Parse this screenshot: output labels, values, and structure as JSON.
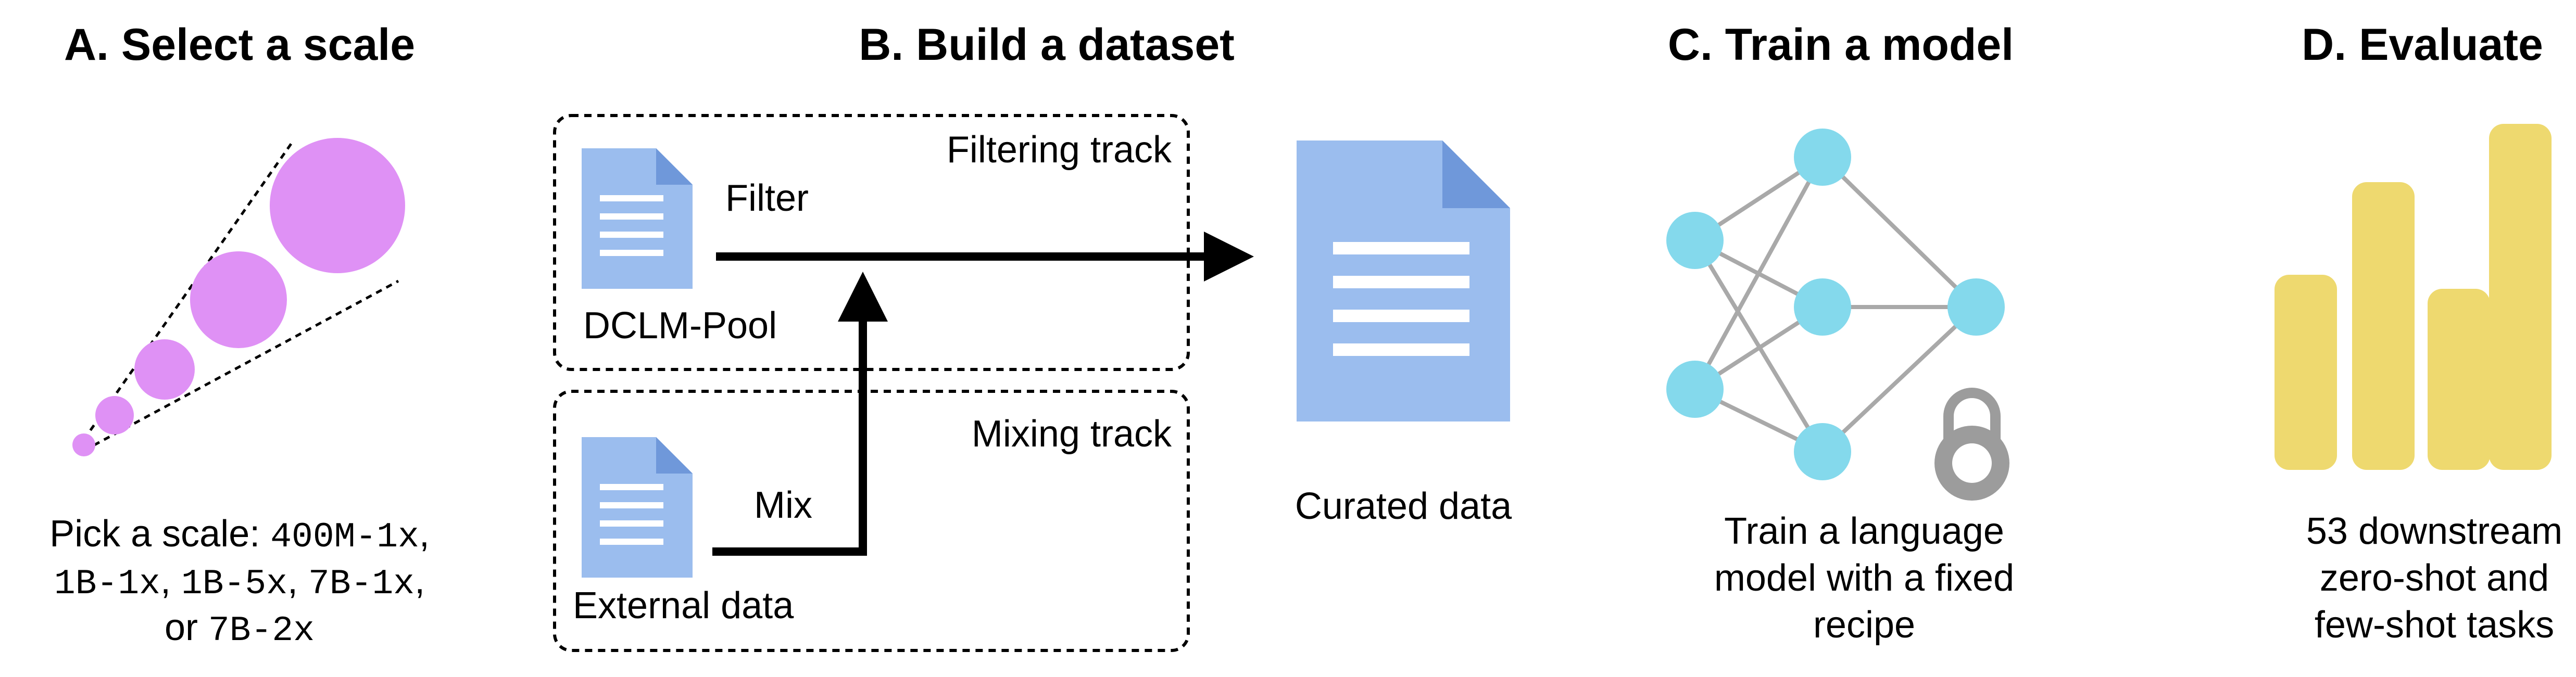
{
  "colors": {
    "scale_circle": "#df91f5",
    "document": "#9bbdee",
    "document_fold": "#6f98da",
    "network_node": "#84d9ec",
    "network_edge": "#a9a9a9",
    "lock": "#9c9c9c",
    "bar": "#eed96f",
    "arrow": "#000000"
  },
  "panels": {
    "a": {
      "title": "A. Select a scale",
      "caption": {
        "prefix": "Pick a scale: ",
        "scale1": "400M-1x",
        "sep1": ",",
        "scale2": "1B-1x",
        "sep2": ", ",
        "scale3": "1B-5x",
        "sep3": ", ",
        "scale4": "7B-1x",
        "sep4": ",",
        "or": "or ",
        "scale5": "7B-2x"
      }
    },
    "b": {
      "title": "B. Build a dataset",
      "filtering_track_label": "Filtering track",
      "mixing_track_label": "Mixing track",
      "filter_label": "Filter",
      "mix_label": "Mix",
      "pool_label": "DCLM-Pool",
      "external_label": "External data",
      "curated_label": "Curated data"
    },
    "c": {
      "title": "C. Train a model",
      "caption_lines": [
        "Train a language",
        "model with a fixed",
        "recipe"
      ]
    },
    "d": {
      "title": "D. Evaluate",
      "caption_lines": [
        "53 downstream",
        "zero-shot and",
        "few-shot tasks"
      ]
    }
  }
}
